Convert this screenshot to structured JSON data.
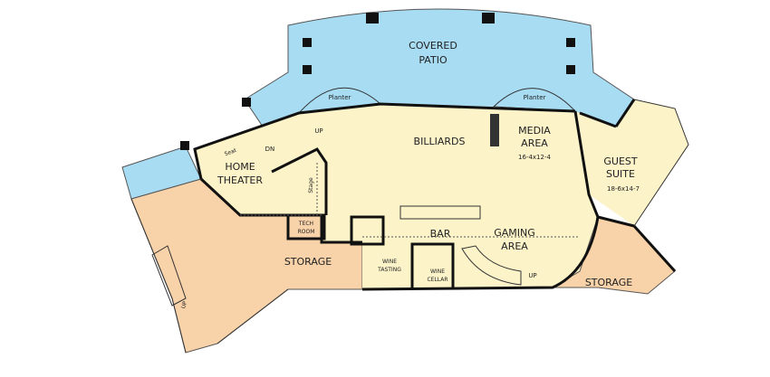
{
  "colors": {
    "interior": "#fcf3c8",
    "patio": "#a8dcf3",
    "storage": "#f8d2a8",
    "wall": "#111111"
  },
  "rooms": {
    "covered_patio": [
      "COVERED",
      "PATIO"
    ],
    "planter_left": "Planter",
    "planter_right": "Planter",
    "billiards": "BILLIARDS",
    "media_area": [
      "MEDIA",
      "AREA",
      "16-4x12-4"
    ],
    "guest_suite": [
      "GUEST",
      "SUITE",
      "18-6x14-7"
    ],
    "home_theater": [
      "HOME",
      "THEATER"
    ],
    "seat": "Seat",
    "stage": "Stage",
    "tech_room": [
      "TECH",
      "ROOM"
    ],
    "storage_left": "STORAGE",
    "storage_right": "STORAGE",
    "bar": "BAR",
    "gaming_area": [
      "GAMING",
      "AREA"
    ],
    "wine_tasting": [
      "WINE",
      "TASTING"
    ],
    "wine_cellar": [
      "WINE",
      "CELLAR"
    ]
  },
  "stairs": {
    "up_main": "UP",
    "dn_theater": "DN",
    "up_theater": "UP",
    "up_outside": "UP"
  }
}
